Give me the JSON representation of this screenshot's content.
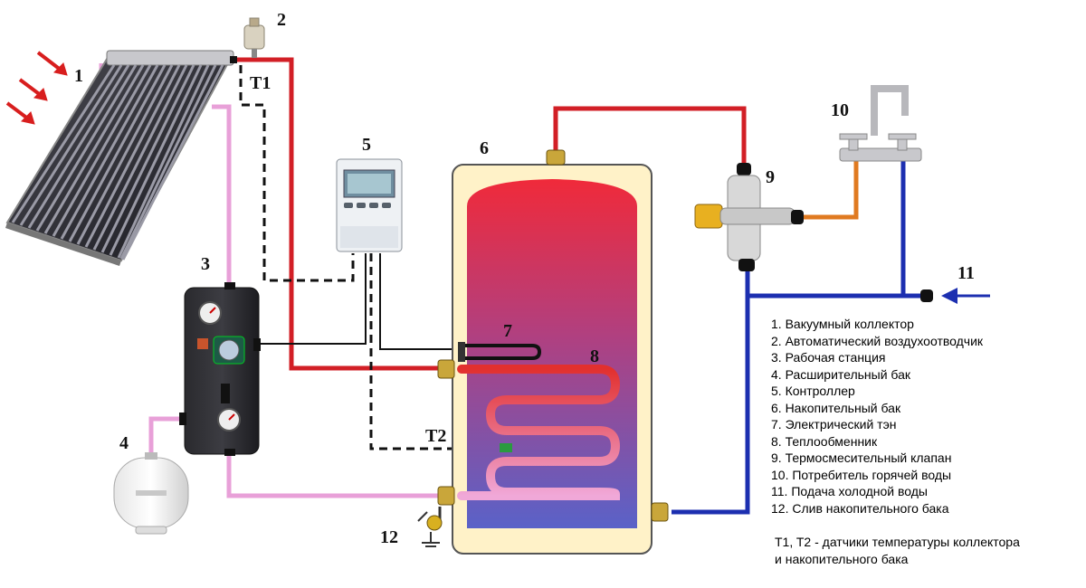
{
  "labels": {
    "n1": "1",
    "n2": "2",
    "n3": "3",
    "n4": "4",
    "n5": "5",
    "n6": "6",
    "n7": "7",
    "n8": "8",
    "n9": "9",
    "n10": "10",
    "n11": "11",
    "n12": "12",
    "t1": "T1",
    "t2": "T2"
  },
  "legend": [
    "1. Вакуумный коллектор",
    "2. Автоматический воздухоотводчик",
    "3. Рабочая станция",
    "4. Расширительный бак",
    "5. Контроллер",
    "6. Накопительный бак",
    "7. Электрический тэн",
    "8. Теплообменник",
    "9. Термосмесительный клапан",
    "10. Потребитель горячей воды",
    "11. Подача холодной воды",
    "12. Слив накопительного бака"
  ],
  "note": {
    "line1": "T1, T2 - датчики температуры коллектора",
    "line2": "и накопительного бака"
  },
  "colors": {
    "hot_pipe": "#d21f26",
    "return_pipe": "#e8a0d8",
    "cold_pipe": "#1c2fb0",
    "mixed_pipe": "#e07a20",
    "tank_shell": "#fff2c8",
    "tank_hot": "#f04060",
    "tank_cold": "#6a6ed0"
  }
}
